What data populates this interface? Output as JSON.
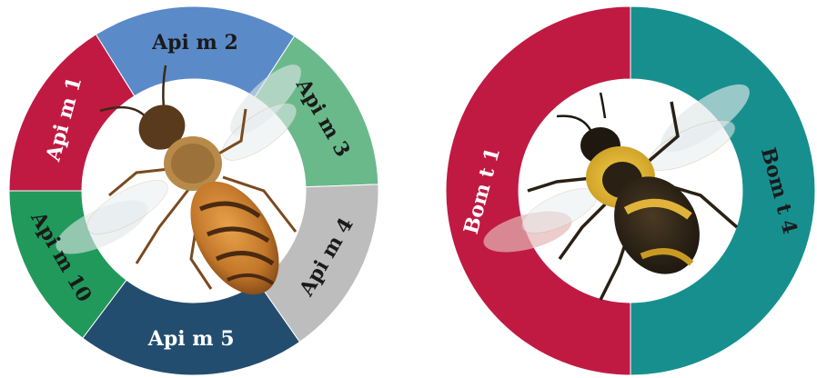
{
  "honeybee_wheel": {
    "segments": [
      {
        "label": "Api m 1",
        "color": "#c01a42",
        "text_color": "#ffffff"
      },
      {
        "label": "Api m 2",
        "color": "#5b8ac8",
        "text_color": "#1a1a1a"
      },
      {
        "label": "Api m 3",
        "color": "#6ab98a",
        "text_color": "#1a1a1a"
      },
      {
        "label": "Api m 4",
        "color": "#bdbdbd",
        "text_color": "#1a1a1a"
      },
      {
        "label": "Api m 5",
        "color": "#234d6e",
        "text_color": "#ffffff"
      },
      {
        "label": "Api m 10",
        "color": "#21995a",
        "text_color": "#1a1a1a"
      }
    ]
  },
  "bumblebee_wheel": {
    "segments": [
      {
        "label": "Bom t 1",
        "color": "#c01a42",
        "text_color": "#ffffff"
      },
      {
        "label": "Bom t 4",
        "color": "#178f8f",
        "text_color": "#1a1a1a"
      }
    ]
  }
}
